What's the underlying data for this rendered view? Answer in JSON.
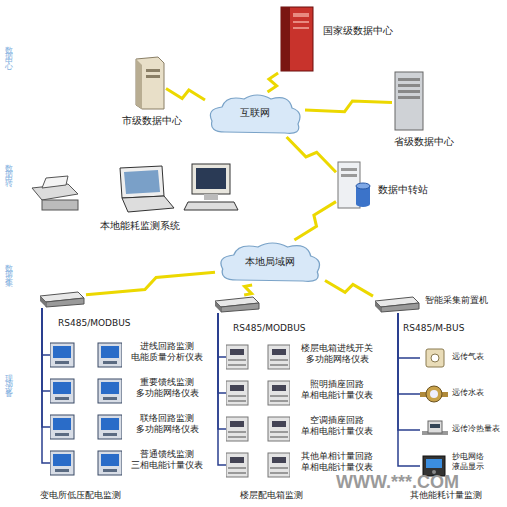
{
  "diagram": {
    "nodes": [
      {
        "text": [
          "国家级数据中心"
        ]
      },
      {
        "text": [
          "市级数据中心"
        ]
      },
      {
        "text": [
          "互联网"
        ]
      },
      {
        "text": [
          "省级数据中心"
        ]
      },
      {
        "text": [
          "数据中转站"
        ]
      },
      {
        "text": [
          "本地能耗监测系统"
        ]
      },
      {
        "text": [
          "本地局域网"
        ]
      },
      {
        "text": [
          "RS485/MODBUS"
        ]
      },
      {
        "text": [
          "RS485/MODBUS"
        ]
      },
      {
        "text": [
          "智能采集前置机",
          "RS485/M-BUS"
        ]
      },
      {
        "text": [
          "进线回路监测 电能质量分析仪表"
        ]
      },
      {
        "text": [
          "重要馈线监测 多功能网络仪表"
        ]
      },
      {
        "text": [
          "联络回路监测 多功能网络仪表"
        ]
      },
      {
        "text": [
          "普通馈线监测 三相电能计量仪表"
        ]
      },
      {
        "text": [
          "楼层电箱进线开关 多功能网络仪表"
        ]
      },
      {
        "text": [
          "照明插座回路 单相电能计量仪表"
        ]
      },
      {
        "text": [
          "空调插座回路 单相电能计量仪表"
        ]
      },
      {
        "text": [
          "其他单相计量回路 单相电能计量仪表"
        ]
      },
      {
        "text": [
          "远传气表"
        ]
      },
      {
        "text": [
          "远传水表"
        ]
      },
      {
        "text": [
          "远传冷热量表"
        ]
      },
      {
        "text": [
          "抄电网络 液晶显示"
        ]
      }
    ],
    "edges": [
      {
        "from": 0,
        "to": 2,
        "arrow": "none"
      },
      {
        "from": 1,
        "to": 2,
        "arrow": "none"
      },
      {
        "from": 3,
        "to": 2,
        "arrow": "none"
      },
      {
        "from": 2,
        "to": 4,
        "arrow": "none"
      },
      {
        "from": 4,
        "to": 6,
        "arrow": "none"
      },
      {
        "from": 6,
        "to": 7,
        "arrow": "none"
      },
      {
        "from": 6,
        "to": 8,
        "arrow": "none"
      },
      {
        "from": 6,
        "to": 9,
        "arrow": "none"
      },
      {
        "from": 7,
        "to": 10,
        "arrow": "none"
      },
      {
        "from": 7,
        "to": 11,
        "arrow": "none"
      },
      {
        "from": 7,
        "to": 12,
        "arrow": "none"
      },
      {
        "from": 7,
        "to": 13,
        "arrow": "none"
      },
      {
        "from": 8,
        "to": 14,
        "arrow": "none"
      },
      {
        "from": 8,
        "to": 15,
        "arrow": "none"
      },
      {
        "from": 8,
        "to": 16,
        "arrow": "none"
      },
      {
        "from": 8,
        "to": 17,
        "arrow": "none"
      },
      {
        "from": 9,
        "to": 18,
        "arrow": "none"
      },
      {
        "from": 9,
        "to": 19,
        "arrow": "none"
      },
      {
        "from": 9,
        "to": 20,
        "arrow": "none"
      },
      {
        "from": 9,
        "to": 21,
        "arrow": "none"
      }
    ],
    "labels": [
      "数据中心",
      "数据中转",
      "数据采集",
      "现场设备",
      "变电所低压配电监测",
      "楼层配电箱监测",
      "其他能耗计量监测",
      "WWW.***.COM"
    ]
  }
}
